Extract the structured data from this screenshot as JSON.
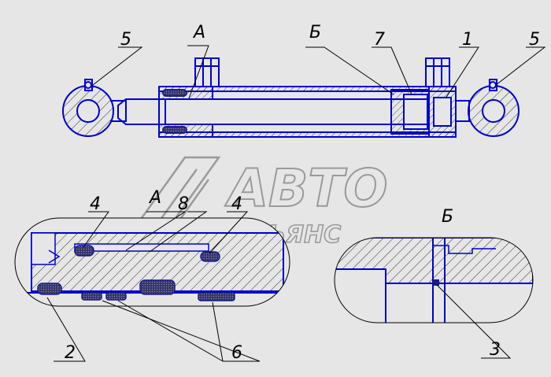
{
  "callouts": {
    "n5_left": "5",
    "n5_right": "5",
    "n7": "7",
    "n1": "1",
    "n4_left": "4",
    "n4_right": "4",
    "n8": "8",
    "n2": "2",
    "n6": "6",
    "n3": "3"
  },
  "views": {
    "a_top": "А",
    "b_top": "Б",
    "a_detail": "А",
    "b_detail": "Б"
  },
  "watermark": {
    "line1": "АВТО",
    "line2": "АЛЬЯНС"
  },
  "colors": {
    "background": "#e6e6e6",
    "outline": "#0000cc",
    "hatch": "#000000",
    "seal": "#1a1a8c",
    "watermark": "#9a9a9a"
  }
}
